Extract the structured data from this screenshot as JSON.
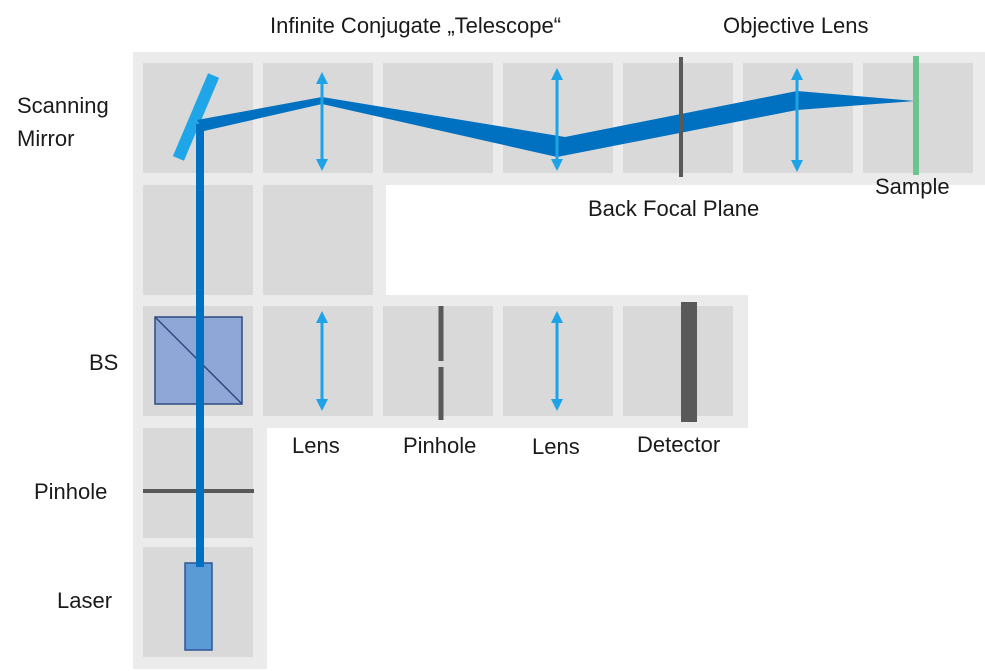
{
  "labels": {
    "telescope": "Infinite Conjugate „Telescope“",
    "objective": "Objective Lens",
    "scanning_mirror_line1": "Scanning",
    "scanning_mirror_line2": "Mirror",
    "back_focal_plane": "Back Focal Plane",
    "sample": "Sample",
    "bs": "BS",
    "pinhole_left": "Pinhole",
    "laser": "Laser",
    "lens_detect_1": "Lens",
    "pinhole_detect": "Pinhole",
    "lens_detect_2": "Lens",
    "detector": "Detector"
  },
  "colors": {
    "background_panel": "#ebebeb",
    "cell": "#d9d9d9",
    "beam": "#0070c0",
    "lens_arrow": "#1ea3e6",
    "mirror": "#1fa6e8",
    "aperture": "#595959",
    "sample": "#6cc58d",
    "beamsplitter": "#8ea7d6",
    "laser": "#5b9bd5"
  }
}
